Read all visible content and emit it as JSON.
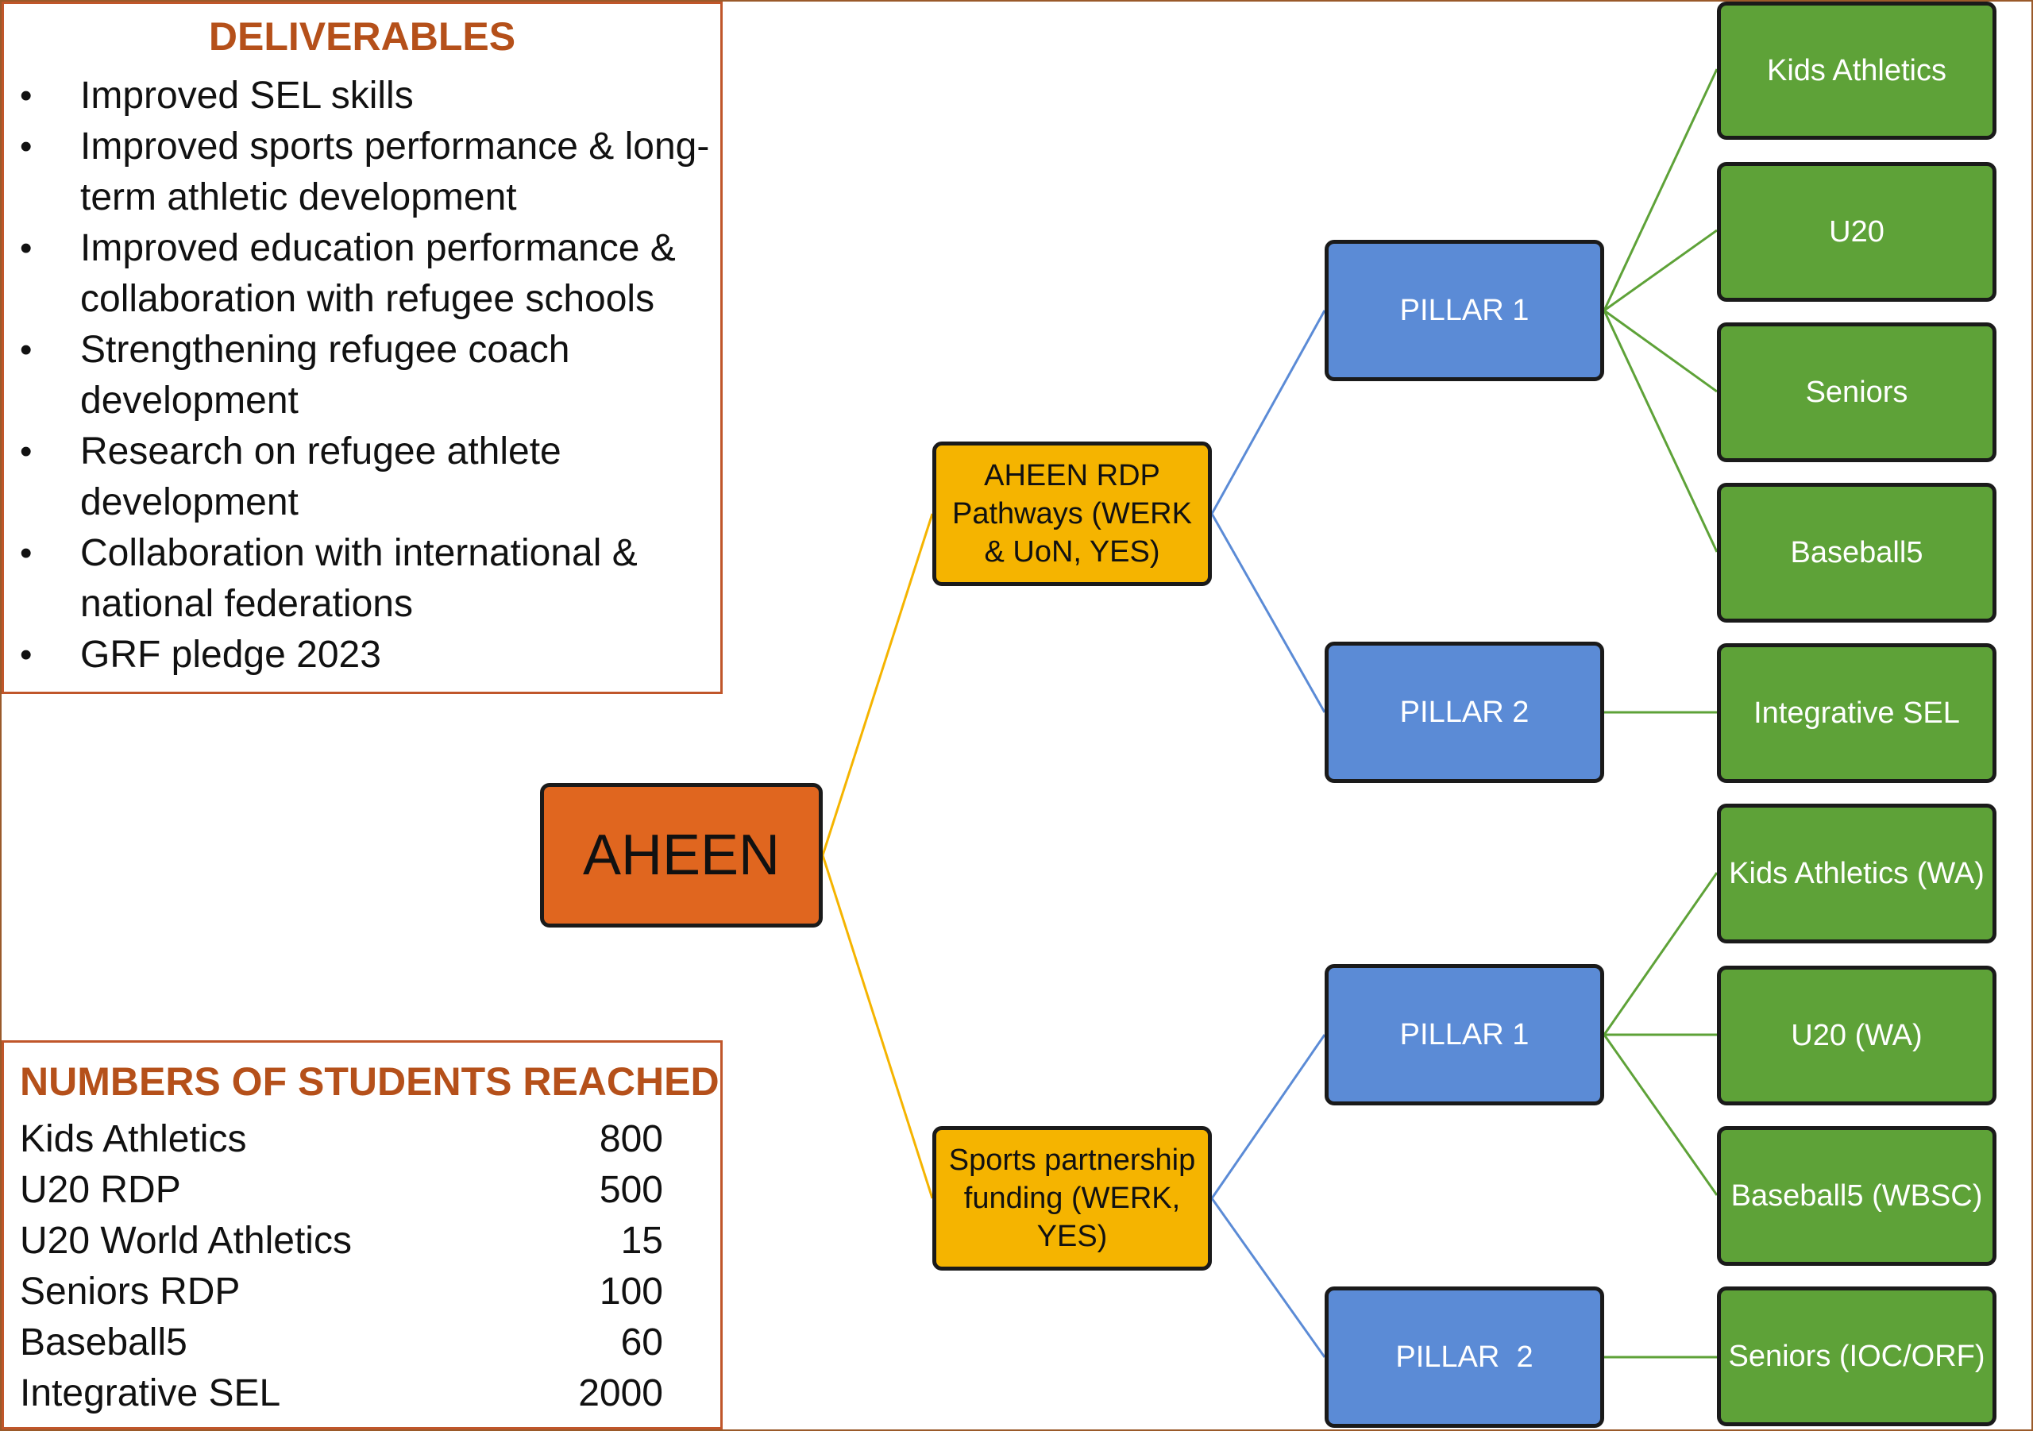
{
  "deliverables": {
    "title": "DELIVERABLES",
    "bullet": "•",
    "items": [
      "Improved SEL skills",
      "Improved sports performance & long-term athletic development",
      "Improved education performance & collaboration with refugee schools",
      "Strengthening refugee coach development",
      "Research on refugee athlete development",
      "Collaboration with international & national federations",
      "GRF pledge 2023"
    ]
  },
  "students": {
    "title": "NUMBERS OF STUDENTS REACHED",
    "rows": [
      {
        "label": "Kids Athletics",
        "value": "800"
      },
      {
        "label": "U20 RDP",
        "value": "500"
      },
      {
        "label": "U20 World Athletics",
        "value": "15"
      },
      {
        "label": "Seniors RDP",
        "value": "100"
      },
      {
        "label": "Baseball5",
        "value": "60"
      },
      {
        "label": "Integrative SEL",
        "value": "2000"
      }
    ]
  },
  "diagram": {
    "root": "AHEEN",
    "branch_a": {
      "label": "AHEEN RDP Pathways (WERK & UoN, YES)",
      "pillar1": "PILLAR 1",
      "pillar1_leaves": [
        "Kids Athletics",
        "U20",
        "Seniors",
        "Baseball5"
      ],
      "pillar2": "PILLAR 2",
      "pillar2_leaves": [
        "Integrative SEL"
      ]
    },
    "branch_b": {
      "label": "Sports partnership funding (WERK, YES)",
      "pillar1": "PILLAR 1",
      "pillar1_leaves": [
        "Kids Athletics (WA)",
        "U20 (WA)",
        "Baseball5 (WBSC)"
      ],
      "pillar2": "PILLAR  2",
      "pillar2_leaves": [
        "Seniors (IOC/ORF)"
      ]
    }
  },
  "colors": {
    "root": "#e0661f",
    "branch": "#f5b400",
    "pillar": "#5b8bd6",
    "leaf": "#5ea238",
    "heading": "#b5501a"
  }
}
